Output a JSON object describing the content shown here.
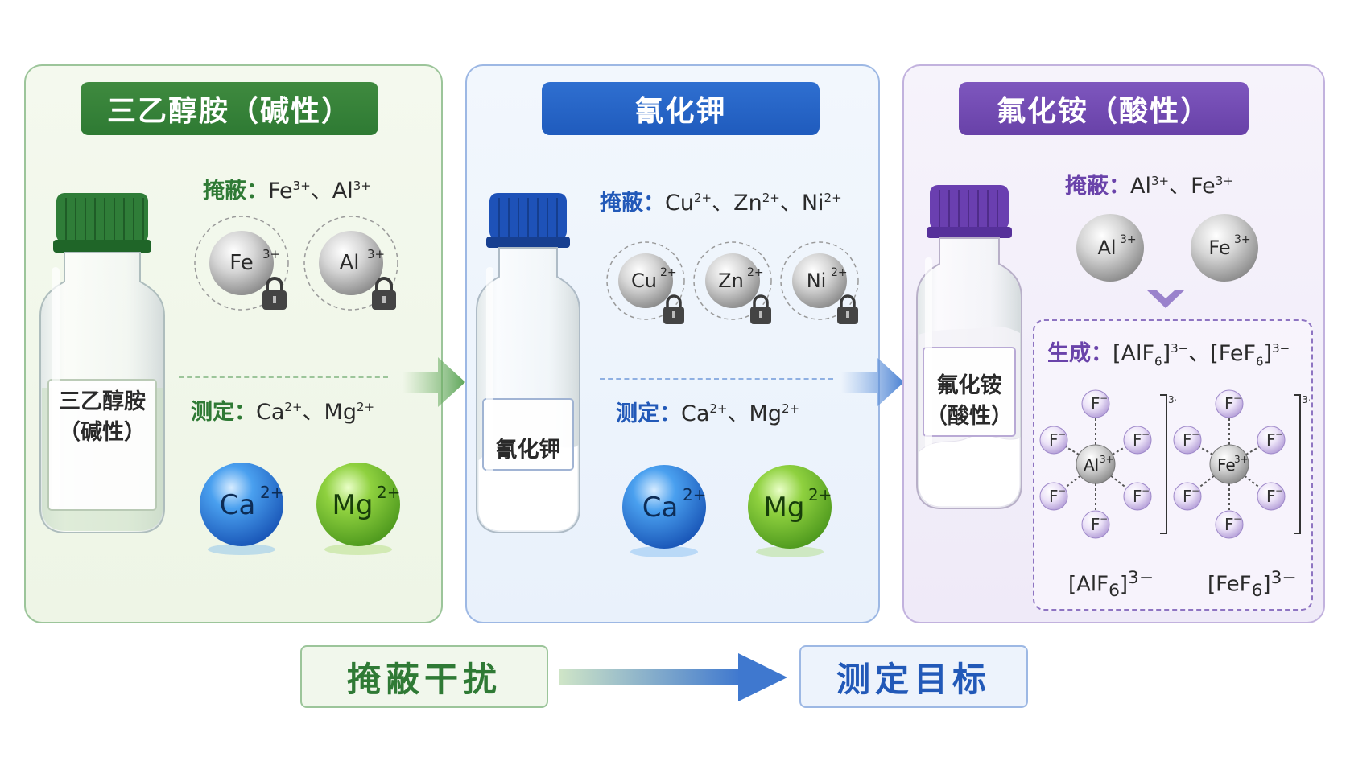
{
  "panels": [
    {
      "title": "三乙醇胺（碱性）",
      "bottle_label_line1": "三乙醇胺",
      "bottle_label_line2": "（碱性）",
      "mask_key": "掩蔽：",
      "mask_value_html": "Fe<sup>3+</sup>、Al<sup>3+</sup>",
      "masked_ions": [
        {
          "sym": "Fe",
          "chg": "3+"
        },
        {
          "sym": "Al",
          "chg": "3+"
        }
      ],
      "measure_key": "测定：",
      "measure_value_html": "Ca<sup>2+</sup>、Mg<sup>2+</sup>",
      "measured_ions": [
        {
          "sym": "Ca",
          "chg": "2+"
        },
        {
          "sym": "Mg",
          "chg": "2+"
        }
      ]
    },
    {
      "title": "氰化钾",
      "bottle_label_line1": "氰化钾",
      "mask_key": "掩蔽：",
      "mask_value_html": "Cu<sup>2+</sup>、Zn<sup>2+</sup>、Ni<sup>2+</sup>",
      "masked_ions": [
        {
          "sym": "Cu",
          "chg": "2+"
        },
        {
          "sym": "Zn",
          "chg": "2+"
        },
        {
          "sym": "Ni",
          "chg": "2+"
        }
      ],
      "measure_key": "测定：",
      "measure_value_html": "Ca<sup>2+</sup>、Mg<sup>2+</sup>",
      "measured_ions": [
        {
          "sym": "Ca",
          "chg": "2+"
        },
        {
          "sym": "Mg",
          "chg": "2+"
        }
      ]
    },
    {
      "title": "氟化铵（酸性）",
      "bottle_label_line1": "氟化铵",
      "bottle_label_line2": "（酸性）",
      "mask_key": "掩蔽：",
      "mask_value_html": "Al<sup>3+</sup>、Fe<sup>3+</sup>",
      "masked_ions": [
        {
          "sym": "Al",
          "chg": "3+"
        },
        {
          "sym": "Fe",
          "chg": "3+"
        }
      ],
      "form_key": "生成：",
      "form_value_html": "[AlF<sub>6</sub>]<sup>3−</sup>、[FeF<sub>6</sub>]<sup>3−</sup>",
      "ligand": "F",
      "ligand_charge": "−",
      "complex_charge": "3−",
      "complexes": [
        {
          "center": "Al",
          "chg": "3+",
          "caption_html": "[AlF<sub>6</sub>]<sup>3−</sup>"
        },
        {
          "center": "Fe",
          "chg": "3+",
          "caption_html": "[FeF<sub>6</sub>]<sup>3−</sup>"
        }
      ]
    }
  ],
  "flow": {
    "from": "掩蔽干扰",
    "to": "测定目标"
  },
  "colors": {
    "green": "#2f7a35",
    "blue": "#2259b8",
    "purple": "#6a43aa",
    "ca_ion": "#2f7fd6",
    "mg_ion": "#7cc236"
  }
}
